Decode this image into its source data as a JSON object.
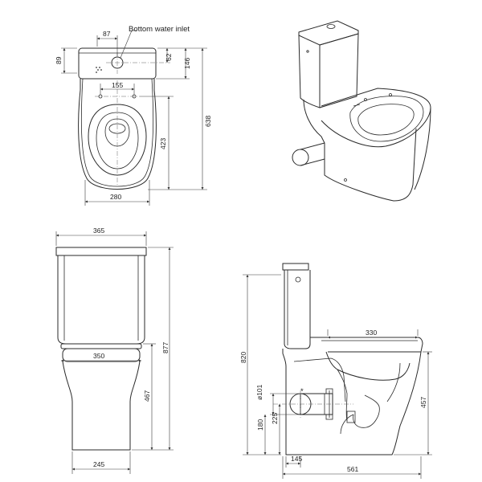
{
  "annotations": {
    "bottom_water_inlet": "Bottom water inlet",
    "star": "*"
  },
  "dimensions": {
    "top_87": "87",
    "top_89": "89",
    "top_62": "62",
    "top_146": "146",
    "top_155": "155",
    "top_638": "638",
    "top_423": "423",
    "top_280": "280",
    "front_365": "365",
    "front_350": "350",
    "front_877": "877",
    "front_467": "467",
    "front_245": "245",
    "side_330": "330",
    "side_820": "820",
    "side_457": "457",
    "side_o101": "ø101",
    "side_225": "225",
    "side_180": "180",
    "side_145": "145",
    "side_561": "561"
  }
}
